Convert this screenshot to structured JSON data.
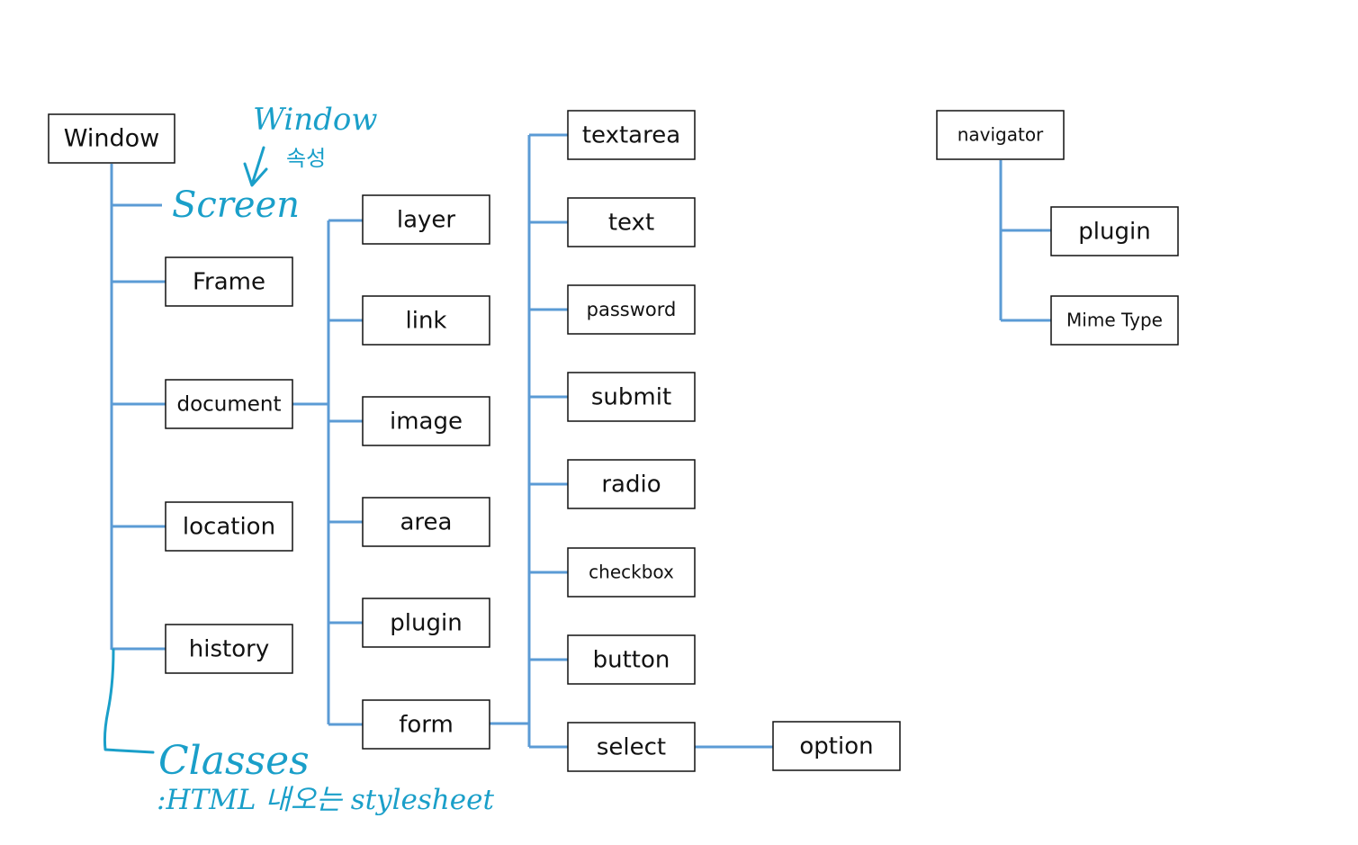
{
  "colors": {
    "box_border": "#111111",
    "connector": "#5b9bd5",
    "annotation": "#1a9fc9",
    "text": "#111111"
  },
  "nodes": {
    "window": "Window",
    "frame": "Frame",
    "document": "document",
    "location": "location",
    "history": "history",
    "layer": "layer",
    "link": "link",
    "image": "image",
    "area": "area",
    "plugin": "plugin",
    "form": "form",
    "textarea": "textarea",
    "text": "text",
    "password": "password",
    "submit": "submit",
    "radio": "radio",
    "checkbox": "checkbox",
    "button": "button",
    "select": "select",
    "option": "option",
    "navigator": "navigator",
    "nav_plugin": "plugin",
    "mime_type": "Mime Type"
  },
  "annotations": {
    "window_props": "Window",
    "window_props_sub": "속성",
    "screen": "Screen",
    "classes": "Classes",
    "classes_note": ":HTML 내오는 stylesheet"
  }
}
